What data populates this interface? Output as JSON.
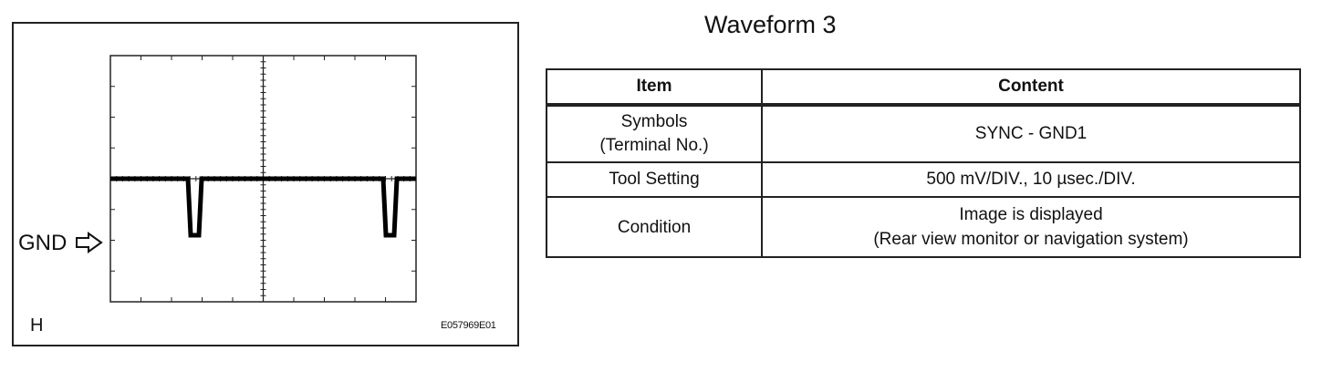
{
  "scope": {
    "gnd_label": "GND",
    "corner_label": "H",
    "figure_id": "E057969E01",
    "gnd_arrow_icon": "hollow-right-arrow-icon",
    "trace_color": "#000000",
    "grid_color": "#222222"
  },
  "title": "Waveform 3",
  "table": {
    "headers": {
      "item": "Item",
      "content": "Content"
    },
    "rows": [
      {
        "item_lines": [
          "Symbols",
          "(Terminal No.)"
        ],
        "content_lines": [
          "SYNC - GND1"
        ]
      },
      {
        "item_lines": [
          "Tool Setting"
        ],
        "content_lines": [
          "500 mV/DIV., 10 µsec./DIV."
        ]
      },
      {
        "item_lines": [
          "Condition"
        ],
        "content_lines": [
          "Image is displayed",
          "(Rear view monitor or navigation system)"
        ]
      }
    ]
  }
}
